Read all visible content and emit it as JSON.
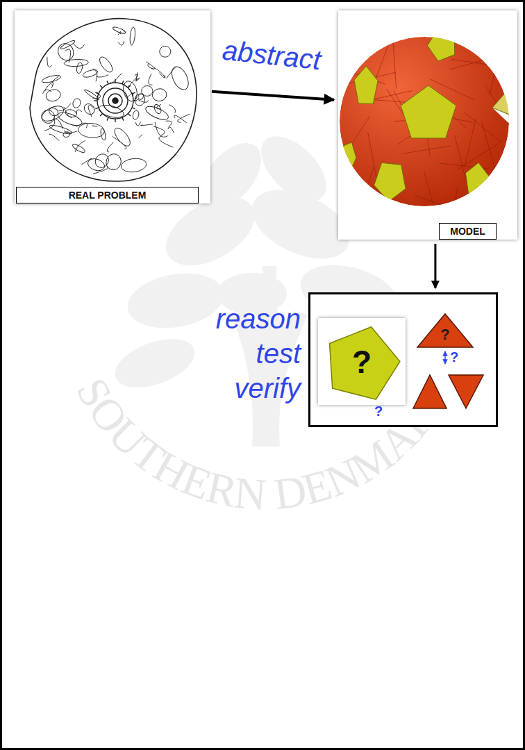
{
  "diagram": {
    "nodes": [
      {
        "text": [
          "REAL PROBLEM"
        ]
      },
      {
        "text": [
          "MODEL"
        ]
      },
      {
        "text": [
          "reason test verify"
        ]
      },
      {
        "text": [
          "?"
        ],
        "in": 2
      },
      {
        "text": [
          "?"
        ],
        "in": 2
      }
    ],
    "edges": [
      {
        "from": 0,
        "to": 1,
        "label": "abstract",
        "arrow": "to"
      },
      {
        "from": 1,
        "to": 2,
        "arrow": "to"
      }
    ],
    "labels": [
      "?",
      "?",
      "SOUTHERN DENMARK"
    ]
  }
}
